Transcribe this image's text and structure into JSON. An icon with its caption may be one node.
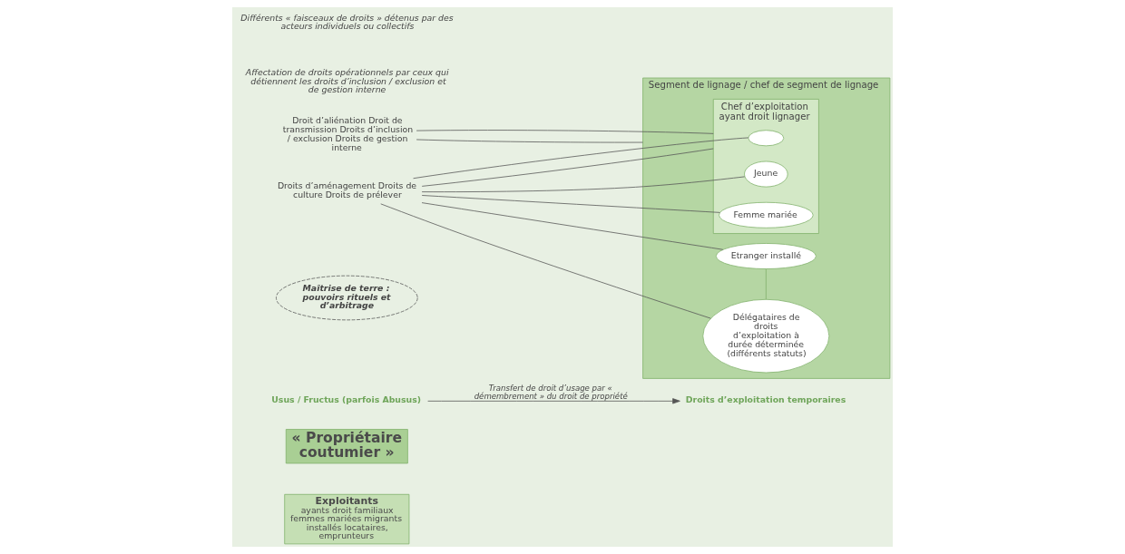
{
  "diagram": {
    "nodes": [
      {
        "text": [
          "« Propriétaire coutumier »"
        ]
      },
      {
        "text": [
          "Exploitants",
          "ayants droit familiaux femmes mariées migrants installés locataires, emprunteurs"
        ]
      },
      {
        "text": [
          "Usus / Fructus (parfois Abusus)"
        ]
      },
      {
        "text": [
          "Droits d’exploitation temporaires"
        ]
      },
      {
        "text": [
          "Maîtrise de terre : pouvoirs rituels et d’arbitrage"
        ]
      },
      {
        "text": [
          "Segment de lignage / chef de segment de lignage"
        ]
      },
      {
        "text": [
          "Chef d’exploitation ayant droit lignager"
        ],
        "in": 5
      },
      {
        "text": [],
        "shape": "circle",
        "in": 6
      },
      {
        "text": [
          "Etranger installé"
        ],
        "in": 5
      },
      {
        "text": [
          "Délégataires de droits d’exploitation à durée déterminée (différents statuts)"
        ],
        "in": 5
      },
      {
        "text": [
          "Jeune"
        ],
        "in": 6
      },
      {
        "text": [
          "Femme mariée"
        ],
        "in": 6
      },
      {
        "text": [
          "Droit d’aliénation Droit de transmission Droits d’inclusion / exclusion Droits de gestion interne"
        ]
      },
      {
        "text": [
          "Droits d’aménagement Droits de culture Droits de prélever"
        ]
      }
    ],
    "edges": [
      {
        "from": 2,
        "to": 3,
        "arrow": "to",
        "label": "Transfert de droit d’usage par « démembrement » du droit de propriété"
      },
      {
        "from": 12,
        "to": 5,
        "arrow": "none"
      },
      {
        "from": 12,
        "to": 6,
        "arrow": "none"
      },
      {
        "from": 13,
        "to": 6,
        "arrow": "none"
      },
      {
        "from": 13,
        "to": 7,
        "arrow": "none"
      },
      {
        "from": 13,
        "to": 8,
        "arrow": "none"
      },
      {
        "from": 13,
        "to": 9,
        "arrow": "none"
      },
      {
        "from": 13,
        "to": 10,
        "arrow": "none"
      },
      {
        "from": 13,
        "to": 11,
        "arrow": "none"
      },
      {
        "from": 8,
        "to": 9,
        "arrow": "none",
        "color": "#7fb069"
      }
    ],
    "labels": [
      "Différents « faisceaux de droits » détenus par des acteurs individuels ou collectifs",
      "Affectation de droits opérationnels par ceux qui détiennent les droits d’inclusion / exclusion et de gestion interne"
    ]
  }
}
